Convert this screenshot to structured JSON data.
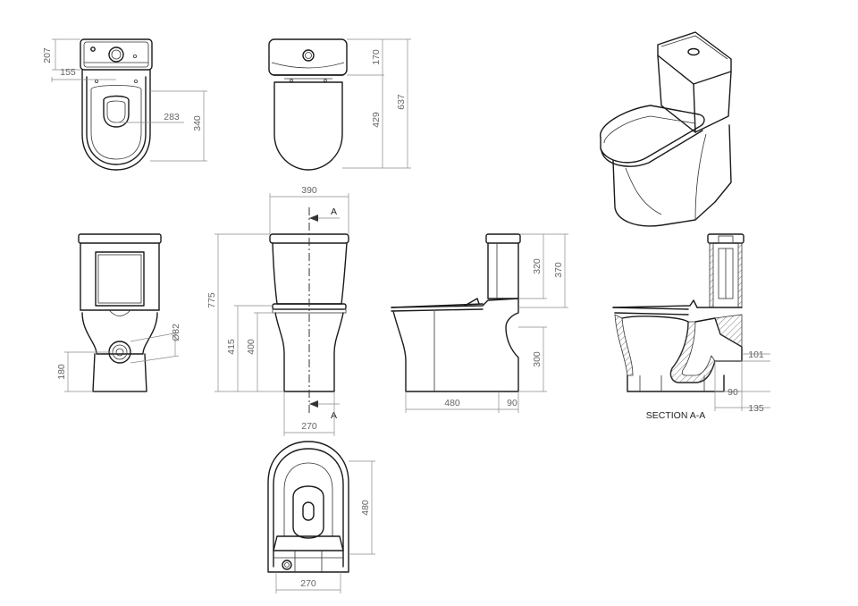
{
  "dimensions": {
    "top_view_tank_depth": "207",
    "top_view_offset": "155",
    "top_view_width": "283",
    "top_view_bowl_length": "340",
    "plan_tank_height": "170",
    "plan_bowl_length": "429",
    "plan_total_length": "637",
    "rear_outlet_diameter": "Ø82",
    "rear_outlet_height": "180",
    "front_width": "390",
    "front_total_height": "775",
    "front_seat_height": "415",
    "front_pan_height": "400",
    "front_base_width": "270",
    "side_tank_inner": "320",
    "side_tank_height": "370",
    "side_outlet_height": "300",
    "side_pan_length": "480",
    "side_rear_offset": "90",
    "section_outlet_height": "101",
    "section_outlet_offset": "90",
    "section_outlet_setback": "135",
    "bottom_length": "480",
    "bottom_width": "270"
  },
  "labels": {
    "section_marker_top": "A",
    "section_marker_bottom": "A",
    "section_title": "SECTION A-A"
  }
}
